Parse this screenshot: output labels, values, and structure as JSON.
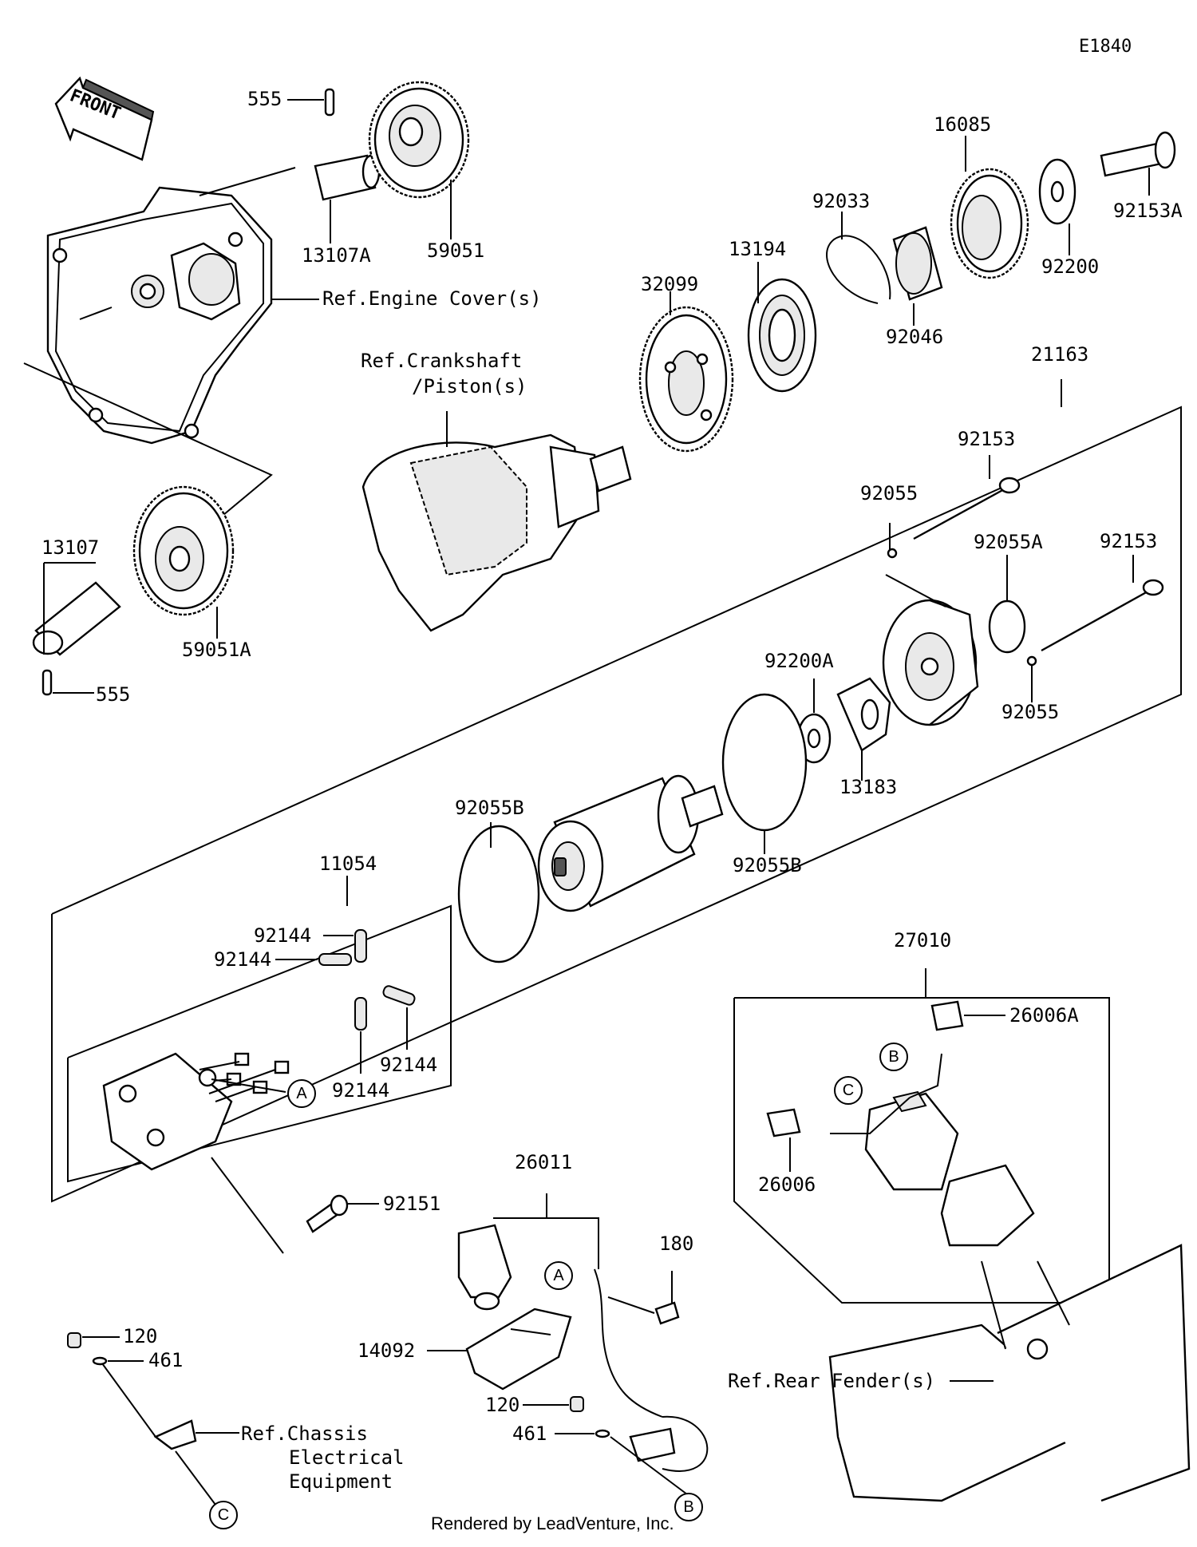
{
  "diagram_id": "E1840",
  "footer": "Rendered by LeadVenture, Inc.",
  "front_arrow_text": "FRONT",
  "callouts": {
    "A": "A",
    "B": "B",
    "C": "C"
  },
  "labels": {
    "p555_top": "555",
    "p13107A": "13107A",
    "p59051": "59051",
    "ref_engine_cover": "Ref.Engine Cover(s)",
    "ref_crankshaft_1": "Ref.Crankshaft",
    "ref_crankshaft_2": "/Piston(s)",
    "p32099": "32099",
    "p13194": "13194",
    "p92033": "92033",
    "p92046": "92046",
    "p16085": "16085",
    "p92200": "92200",
    "p92153A": "92153A",
    "p21163": "21163",
    "p92153_a": "92153",
    "p92055_a": "92055",
    "p92055A": "92055A",
    "p92153_b": "92153",
    "p92055_b": "92055",
    "p92200A": "92200A",
    "p13183": "13183",
    "p92055B_a": "92055B",
    "p92055B_b": "92055B",
    "p13107": "13107",
    "p59051A": "59051A",
    "p555_bottom": "555",
    "p11054": "11054",
    "p92144_a": "92144",
    "p92144_b": "92144",
    "p92144_c": "92144",
    "p92144_d": "92144",
    "p92151": "92151",
    "p27010": "27010",
    "p26006A": "26006A",
    "p26006": "26006",
    "p26011": "26011",
    "p180": "180",
    "p120_a": "120",
    "p461_a": "461",
    "ref_chassis_1": "Ref.Chassis",
    "ref_chassis_2": "Electrical",
    "ref_chassis_3": "Equipment",
    "p14092": "14092",
    "p120_b": "120",
    "p461_b": "461",
    "ref_rear_fender": "Ref.Rear Fender(s)"
  }
}
